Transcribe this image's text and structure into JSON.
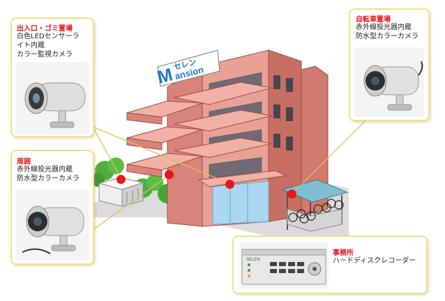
{
  "sign": {
    "letter": "M",
    "kana": "セレン",
    "word": "ansion"
  },
  "callouts": [
    {
      "id": "entrance",
      "title": "出入口・ゴミ置場",
      "lines": [
        "白色LEDセンサーラ",
        "イト内蔵",
        "カラー監視カメラ"
      ]
    },
    {
      "id": "bicycle",
      "title": "自転車置場",
      "lines": [
        "赤外線投光器内蔵",
        "防水型カラーカメラ"
      ]
    },
    {
      "id": "perimeter",
      "title": "周囲",
      "lines": [
        "赤外線投光器内蔵",
        "防水型カラーカメラ"
      ]
    },
    {
      "id": "office",
      "title": "事務所",
      "lines": [
        "ハードディスクレコーダー"
      ]
    }
  ],
  "recorder": {
    "brand": "SELEN"
  },
  "colors": {
    "title_red": "#e8171b",
    "border": "#f2e08a",
    "building": "#d9847a"
  }
}
